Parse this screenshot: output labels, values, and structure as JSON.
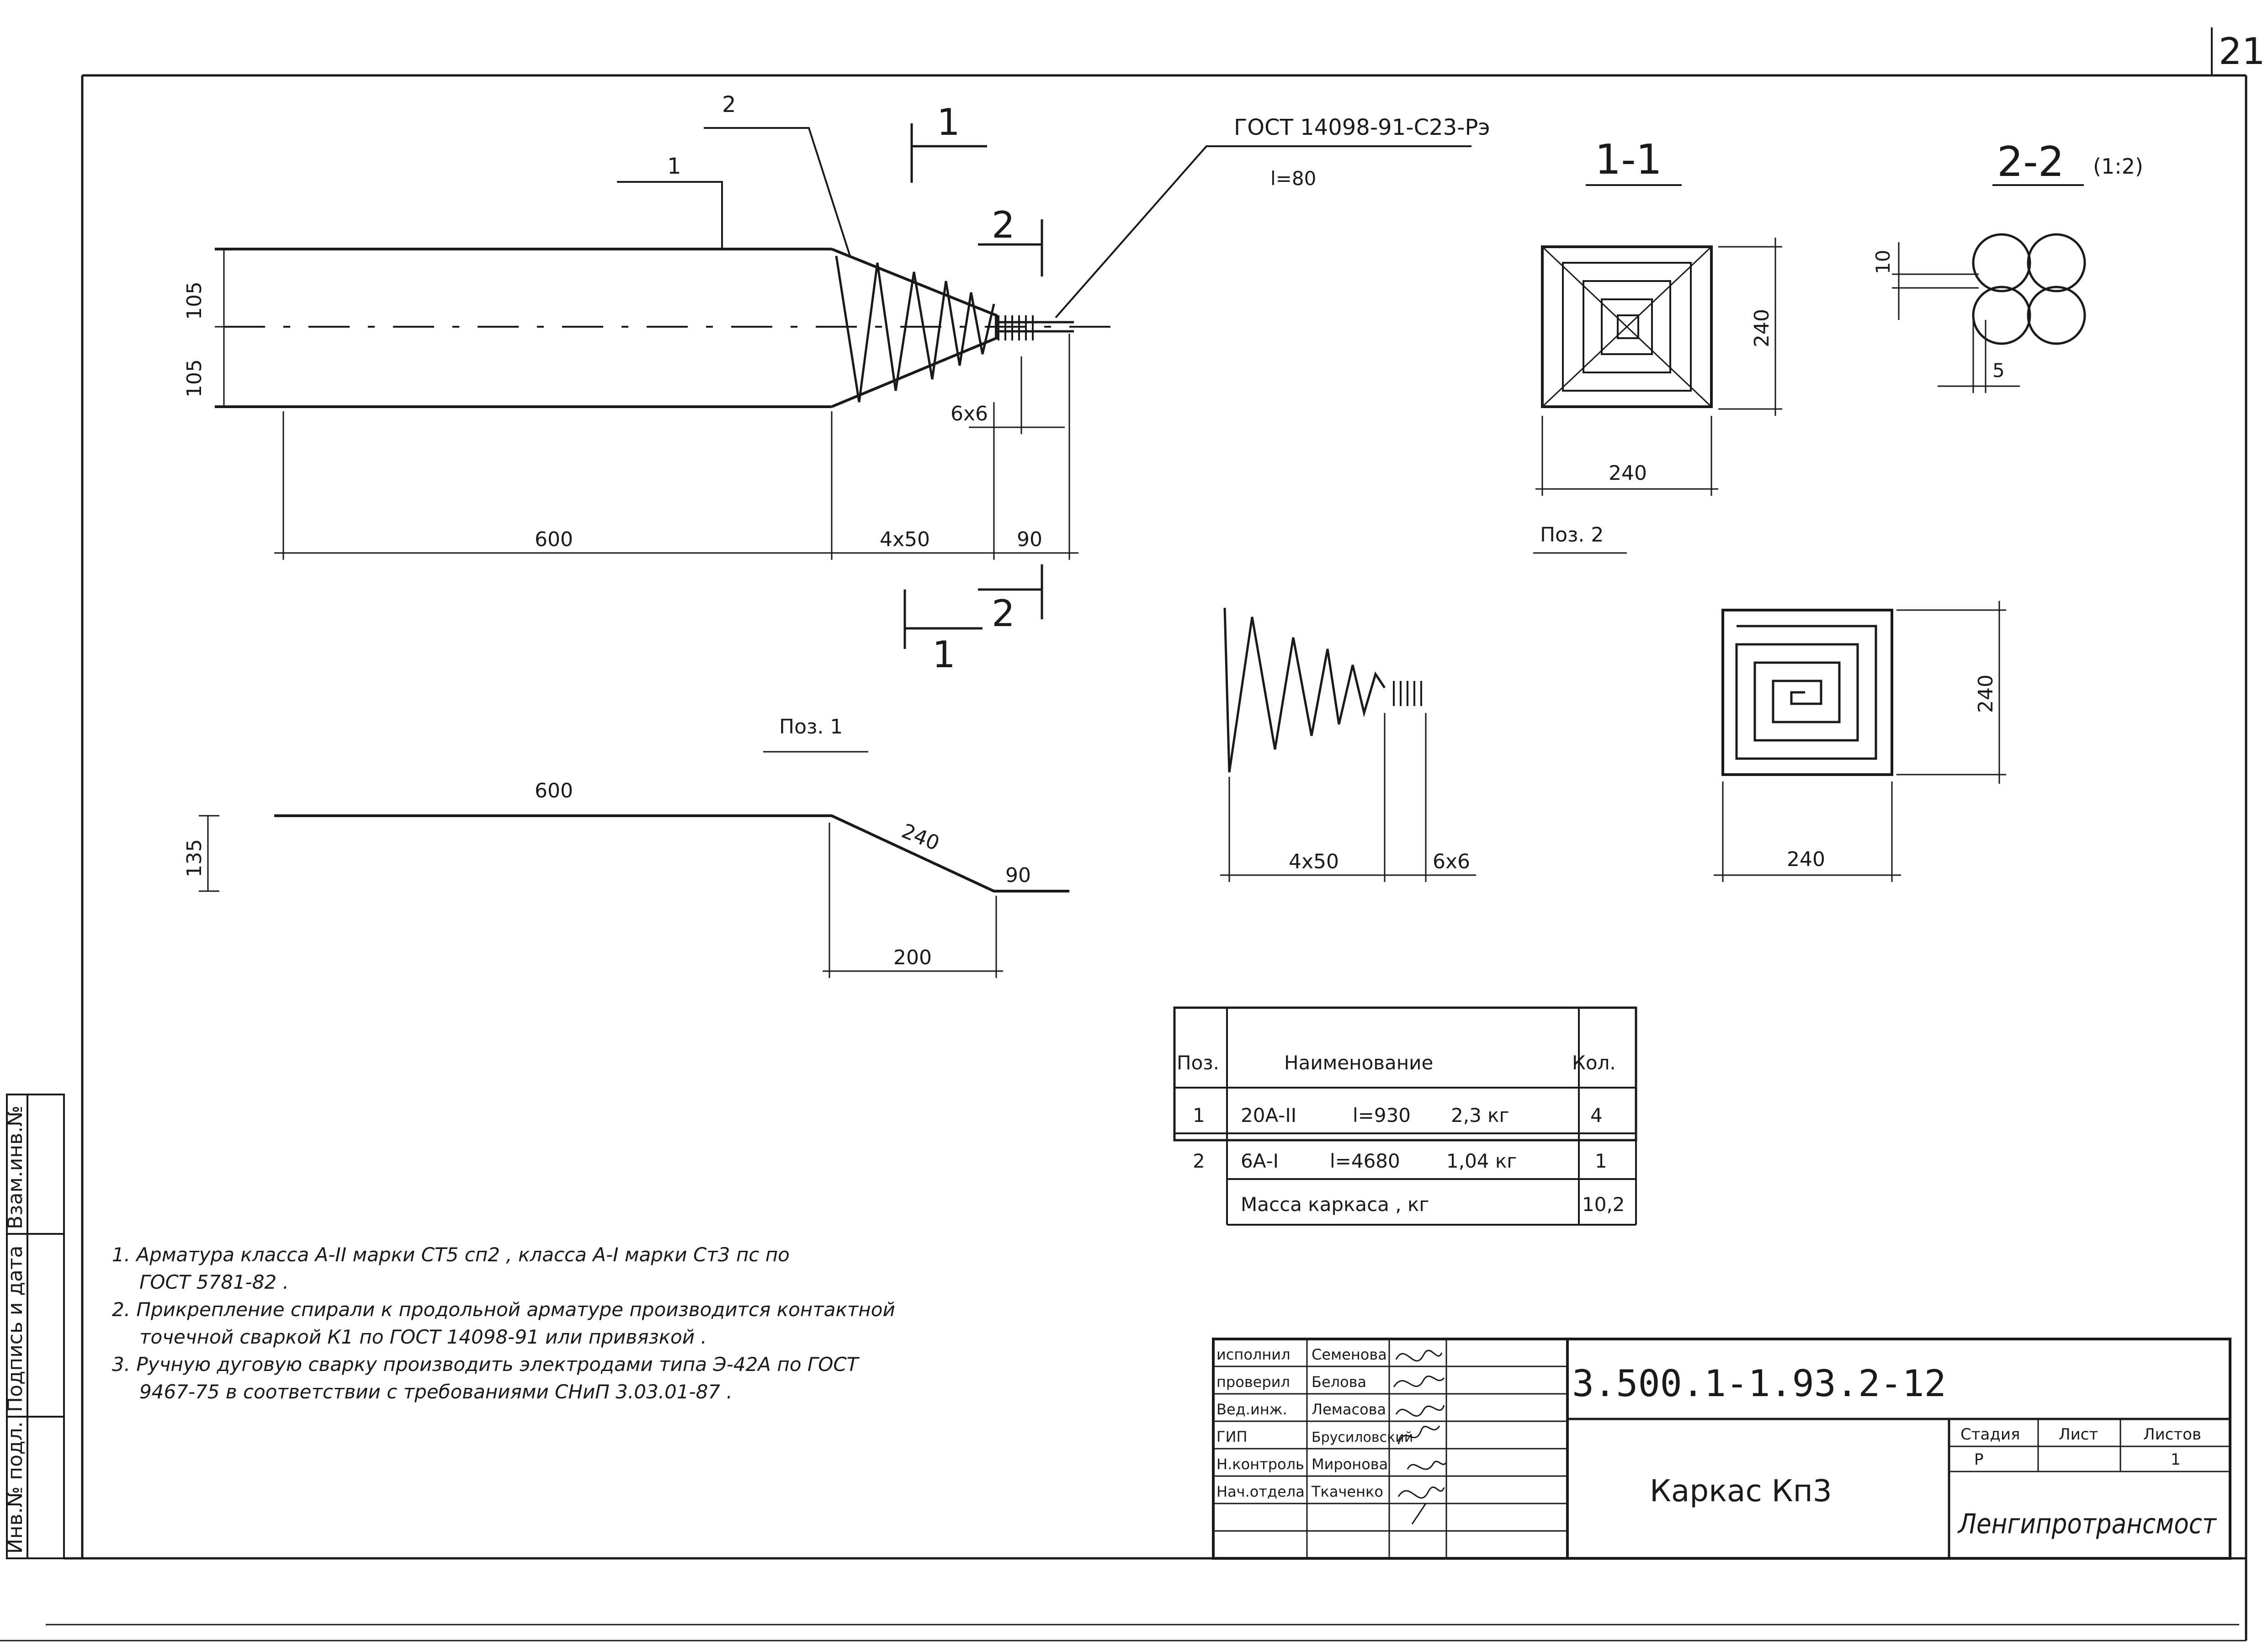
{
  "sheet_number": "21",
  "main_view": {
    "leader_1": "1",
    "leader_2": "2",
    "gost_callout": "ГОСТ 14098-91-С23-Рэ",
    "length_note": "l=80",
    "section_1_top": "1",
    "section_1_bottom": "1",
    "section_2_top": "2",
    "section_2_bottom": "2",
    "dim_105_top": "105",
    "dim_105_bottom": "105",
    "dim_6x6": "6x6",
    "dim_600": "600",
    "dim_4x50": "4x50",
    "dim_90": "90"
  },
  "section_1_1": {
    "title": "1-1",
    "dim_side": "240",
    "dim_bottom": "240",
    "pos_label": "Поз. 2"
  },
  "section_2_2": {
    "title": "2-2",
    "scale": "(1:2)",
    "dim_10": "10",
    "dim_5": "5"
  },
  "pos1": {
    "label": "Поз. 1",
    "dim_600": "600",
    "dim_240": "240",
    "dim_135": "135",
    "dim_90": "90",
    "dim_200": "200"
  },
  "pos2": {
    "dim_4x50": "4x50",
    "dim_6x6": "6x6",
    "dim_side": "240",
    "dim_bottom": "240"
  },
  "spec_table": {
    "headers": [
      "Поз.",
      "Наименование",
      "Кол."
    ],
    "rows": [
      {
        "pos": "1",
        "name": "20А-II",
        "length": "l=930",
        "mass": "2,3 кг",
        "qty": "4"
      },
      {
        "pos": "2",
        "name": "6А-I",
        "length": "l=4680",
        "mass": "1,04 кг",
        "qty": "1"
      }
    ],
    "total_label": "Масса каркаса , кг",
    "total_value": "10,2"
  },
  "notes": [
    "1. Арматура класса А-II марки  СТ5 сп2 , класса А-I марки Ст3 пс по",
    "ГОСТ 5781-82 .",
    "2. Прикрепление спирали к продольной арматуре производится контактной",
    "точечной сваркой К1 по ГОСТ 14098-91 или привязкой .",
    "3. Ручную дуговую сварку производить электродами типа Э-42А по ГОСТ",
    "9467-75 в соответствии с требованиями СНиП 3.03.01-87 ."
  ],
  "left_strip": {
    "box1": "Взам.инв.№",
    "box2": "Подпись и дата",
    "box3": "Инв.№ подл."
  },
  "title_block": {
    "roles": [
      {
        "role": "исполнил",
        "name": "Семенова"
      },
      {
        "role": "проверил",
        "name": "Белова"
      },
      {
        "role": "Вед.инж.",
        "name": "Лемасова"
      },
      {
        "role": "ГИП",
        "name": "Брусиловский"
      },
      {
        "role": "Н.контроль",
        "name": "Миронова"
      },
      {
        "role": "Нач.отдела",
        "name": "Ткаченко"
      }
    ],
    "doc_code": "3.500.1-1.93.2-12",
    "title": "Каркас Кп3",
    "stage_header": "Стадия",
    "sheet_header": "Лист",
    "sheets_header": "Листов",
    "stage_value": "Р",
    "sheet_value": "",
    "sheets_value": "1",
    "organization": "Ленгипротрансмост"
  }
}
